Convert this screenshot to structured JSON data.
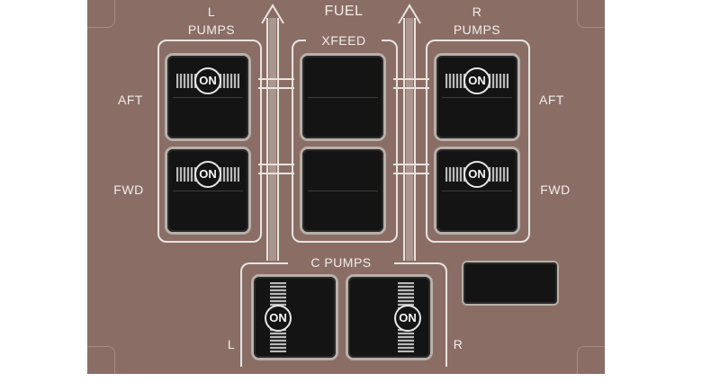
{
  "panel": {
    "fuel_label": "FUEL",
    "left_pumps": {
      "label_top": "L",
      "label_bottom": "PUMPS"
    },
    "right_pumps": {
      "label_top": "R",
      "label_bottom": "PUMPS"
    },
    "xfeed_label": "XFEED",
    "row_labels": {
      "aft_left": "AFT",
      "fwd_left": "FWD",
      "aft_right": "AFT",
      "fwd_right": "FWD"
    },
    "center_pumps": {
      "label": "C PUMPS",
      "left_label": "L",
      "right_label": "R"
    },
    "on_indicator": "ON"
  },
  "colors": {
    "panel": "#8a6e66",
    "switch": "#141414",
    "marking": "#e9e3de"
  }
}
